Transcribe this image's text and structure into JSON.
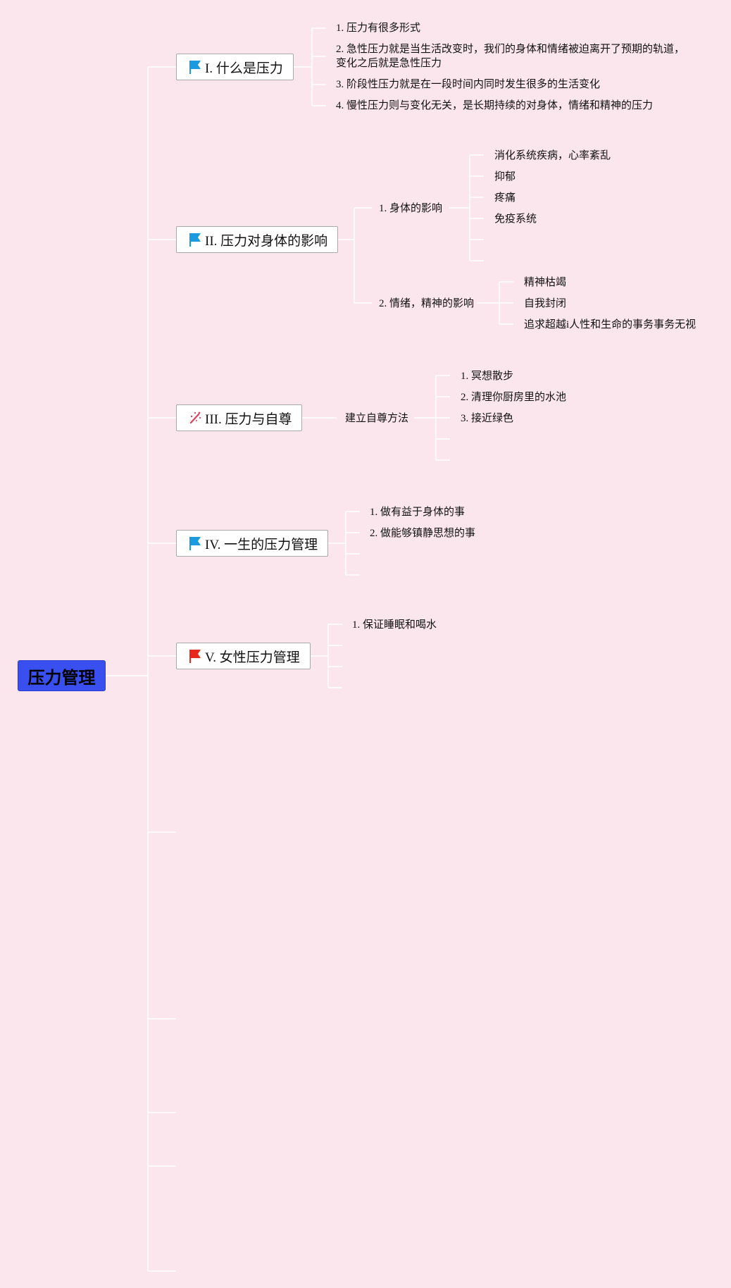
{
  "root": {
    "label": "压力管理"
  },
  "branches": [
    {
      "label": "I. 什么是压力",
      "icon": "blue-flag-icon",
      "items": [
        "1. 压力有很多形式",
        "2. 急性压力就是当生活改变时，我们的身体和情绪被迫离开了预期的轨道，变化之后就是急性压力",
        "3. 阶段性压力就是在一段时间内同时发生很多的生活变化",
        "4. 慢性压力则与变化无关，是长期持续的对身体，情绪和精神的压力"
      ]
    },
    {
      "label": "II. 压力对身体的影响",
      "icon": "blue-flag-icon",
      "subtopics": [
        {
          "label": "1. 身体的影响",
          "items": [
            "消化系统疾病，心率紊乱",
            "抑郁",
            "疼痛",
            "免疫系统"
          ]
        },
        {
          "label": "2. 情绪，精神的影响",
          "items": [
            "精神枯竭",
            "自我封闭",
            "追求超越i人性和生命的事务事务无视"
          ]
        }
      ]
    },
    {
      "label": "III. 压力与自尊",
      "icon": "magic-wand-icon",
      "subtopics": [
        {
          "label": "建立自尊方法",
          "items": [
            "1. 冥想散步",
            "2. 清理你厨房里的水池",
            "3. 接近绿色"
          ]
        }
      ]
    },
    {
      "label": "IV. 一生的压力管理",
      "icon": "blue-flag-icon",
      "items": [
        "1. 做有益于身体的事",
        "2. 做能够镇静思想的事"
      ]
    },
    {
      "label": "V. 女性压力管理",
      "icon": "red-flag-icon",
      "items": [
        "1. 保证睡眠和喝水"
      ]
    }
  ],
  "colors": {
    "background": "#fbe6ee",
    "root_fill": "#3a4ff0",
    "connector": "#ffffff",
    "blue_flag": "#1a9be0",
    "red_flag": "#e8281c",
    "wand": "#e0405a"
  }
}
